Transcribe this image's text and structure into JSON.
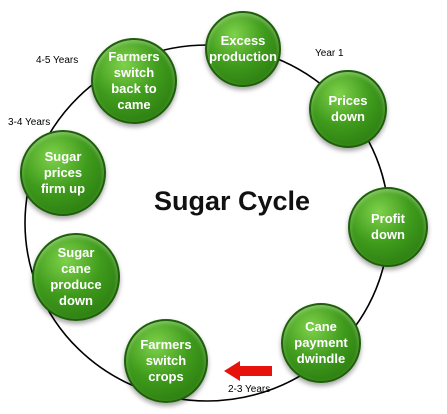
{
  "title": "Sugar Cycle",
  "nodes": [
    {
      "label": "Excess production"
    },
    {
      "label": "Prices down"
    },
    {
      "label": "Profit down"
    },
    {
      "label": "Cane payment dwindle"
    },
    {
      "label": "Farmers switch crops"
    },
    {
      "label": "Sugar cane produce down"
    },
    {
      "label": "Sugar prices firm up"
    },
    {
      "label": "Farmers switch back to came"
    }
  ],
  "year_labels": {
    "year1": "Year 1",
    "years_2_3": "2-3 Years",
    "years_3_4": "3-4 Years",
    "years_4_5": "4-5 Years"
  },
  "colors": {
    "node_fill": "#3f9b1c",
    "arrow": "#e8120c",
    "ring": "#000000"
  }
}
